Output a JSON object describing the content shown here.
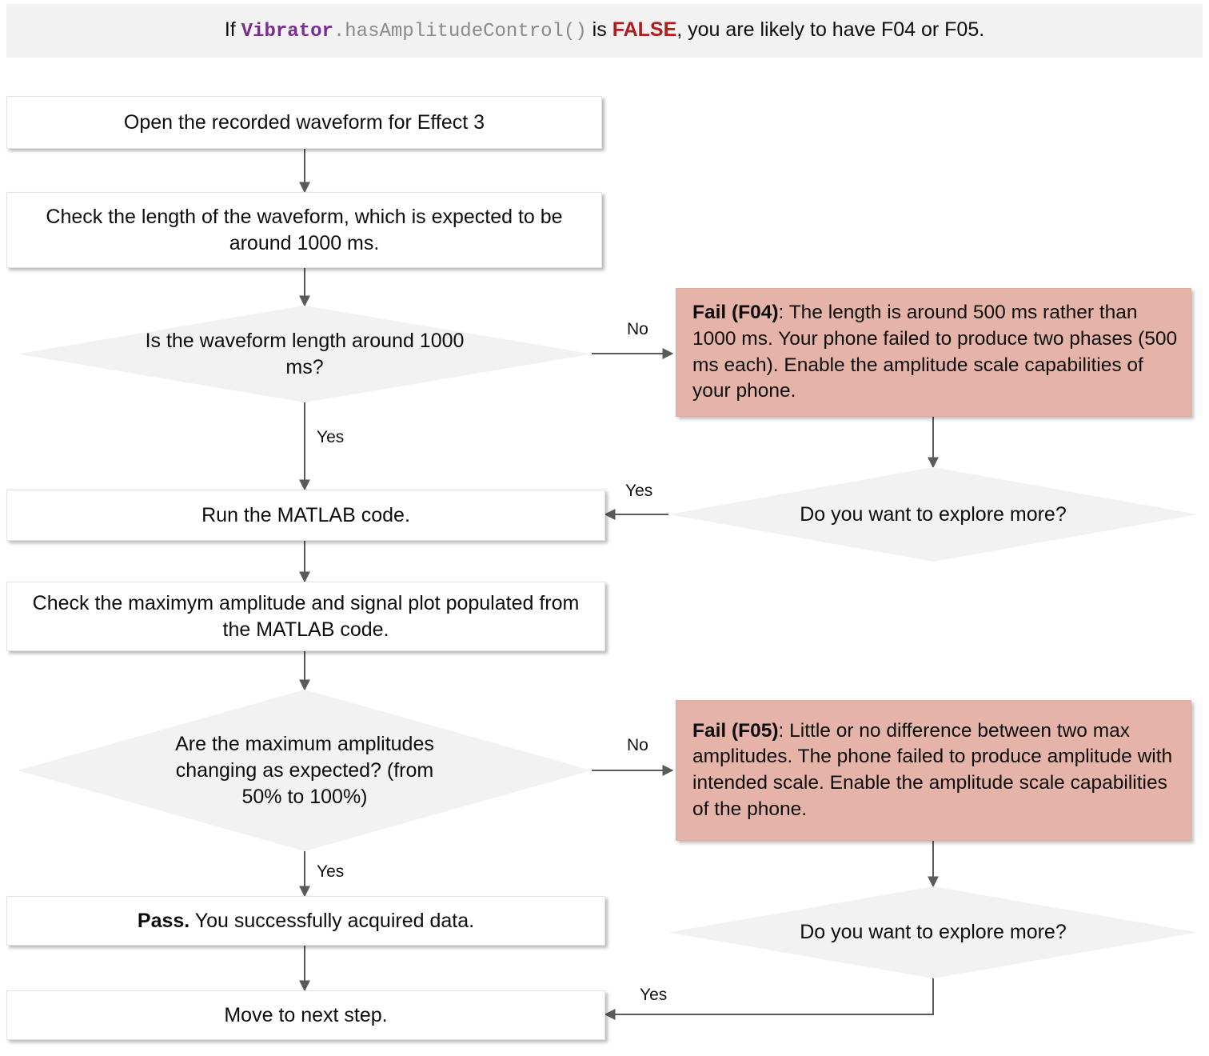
{
  "header": {
    "prefix": "If ",
    "class_name": "Vibrator",
    "method": ".hasAmplitudeControl()",
    "middle": " is ",
    "keyword": "FALSE",
    "suffix": ", you are likely to have F04 or F05.",
    "background_color": "#f2f2f2",
    "class_color": "#7b2d8e",
    "method_color": "#8a8a8a",
    "keyword_color": "#b01c1c"
  },
  "colors": {
    "process_fill": "#ffffff",
    "decision_fill": "#f2f2f2",
    "fail_fill": "#e5b3a8",
    "edge_stroke": "#5a5a5a",
    "text": "#0d0d0d"
  },
  "nodes": {
    "open_waveform": {
      "label": "Open the recorded waveform for Effect 3",
      "type": "process"
    },
    "check_length": {
      "label": "Check the length of the waveform, which is expected to be around 1000 ms.",
      "type": "process"
    },
    "decide_length": {
      "label": "Is the waveform length around 1000 ms?",
      "type": "decision"
    },
    "fail_f04": {
      "type": "fail",
      "bold_prefix": "Fail (F04)",
      "body": ": The length is around 500 ms rather than 1000 ms. Your phone failed to produce two phases (500 ms each). Enable the amplitude scale capabilities of your phone."
    },
    "explore_more_top": {
      "label": "Do you want to explore more?",
      "type": "decision"
    },
    "run_matlab": {
      "label": "Run the MATLAB code.",
      "type": "process"
    },
    "check_amplitude": {
      "label": "Check the maximym amplitude and signal plot populated from the MATLAB code.",
      "type": "process"
    },
    "decide_amplitude": {
      "label": "Are the maximum amplitudes changing as expected? (from 50% to 100%)",
      "type": "decision"
    },
    "fail_f05": {
      "type": "fail",
      "bold_prefix": "Fail (F05)",
      "body": ": Little or no difference between two max amplitudes. The phone failed to produce amplitude with intended scale. Enable the amplitude scale capabilities of the phone."
    },
    "explore_more_bottom": {
      "label": "Do you want to explore more?",
      "type": "decision"
    },
    "pass_node": {
      "type": "process",
      "bold_prefix": "Pass.",
      "body": " You successfully acquired data."
    },
    "next_step": {
      "label": "Move to next step.",
      "type": "process"
    }
  },
  "edge_labels": {
    "length_no": "No",
    "length_yes": "Yes",
    "explore_top_yes": "Yes",
    "amplitude_no": "No",
    "amplitude_yes": "Yes",
    "explore_bottom_yes": "Yes"
  }
}
